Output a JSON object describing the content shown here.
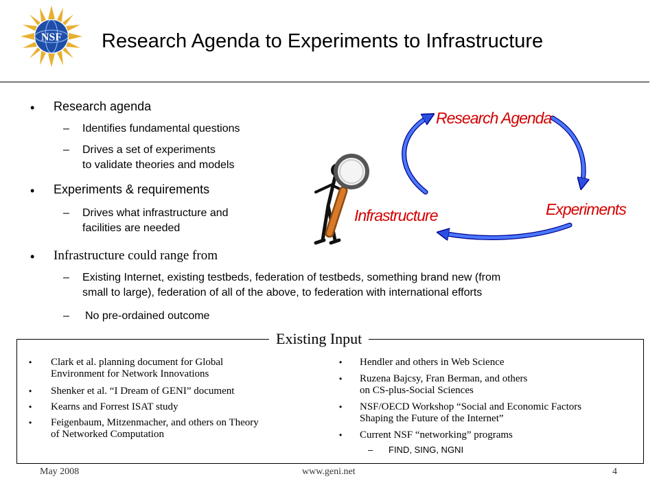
{
  "slide": {
    "logo_text": "NSF",
    "title": "Research Agenda to Experiments to Infrastructure"
  },
  "bullets": {
    "research_agenda": "Research agenda",
    "ra_sub1": "Identifies fundamental questions",
    "ra_sub2_line1": "Drives a set of experiments",
    "ra_sub2_line2": "to validate theories and models",
    "experiments_req": "Experiments & requirements",
    "er_sub1_line1": "Drives what infrastructure and",
    "er_sub1_line2": "facilities are needed",
    "infra_range": "Infrastructure could range from",
    "ir_sub1_line1": "Existing Internet, existing testbeds, federation of testbeds, something brand new (from",
    "ir_sub1_line2": "small to large), federation of all of the above, to federation with international efforts",
    "ir_sub2": "No pre-ordained outcome",
    "dash": "–",
    "bullet_char": "•"
  },
  "diagram": {
    "research_agenda": "Research Agenda",
    "experiments": "Experiments",
    "infrastructure": "Infrastructure",
    "colors": {
      "label": "#d40000",
      "arrow": "#2b4fe0"
    }
  },
  "existing_input": {
    "heading": "Existing Input",
    "left": [
      [
        "Clark et al. planning document for Global",
        "Environment for Network Innovations"
      ],
      [
        "Shenker et al. “I Dream of GENI” document"
      ],
      [
        "Kearns and Forrest ISAT study"
      ],
      [
        "Feigenbaum, Mitzenmacher, and others on Theory",
        "of Networked Computation"
      ]
    ],
    "right": [
      [
        "Hendler and others in Web Science"
      ],
      [
        "Ruzena Bajcsy, Fran Berman, and others",
        "on CS-plus-Social Sciences"
      ],
      [
        "NSF/OECD Workshop “Social and Economic Factors",
        "Shaping the Future of the Internet”"
      ],
      [
        "Current NSF “networking” programs"
      ]
    ],
    "right_sub": "FIND, SING, NGNI"
  },
  "footer": {
    "date": "May 2008",
    "url": "www.geni.net",
    "page": "4"
  }
}
